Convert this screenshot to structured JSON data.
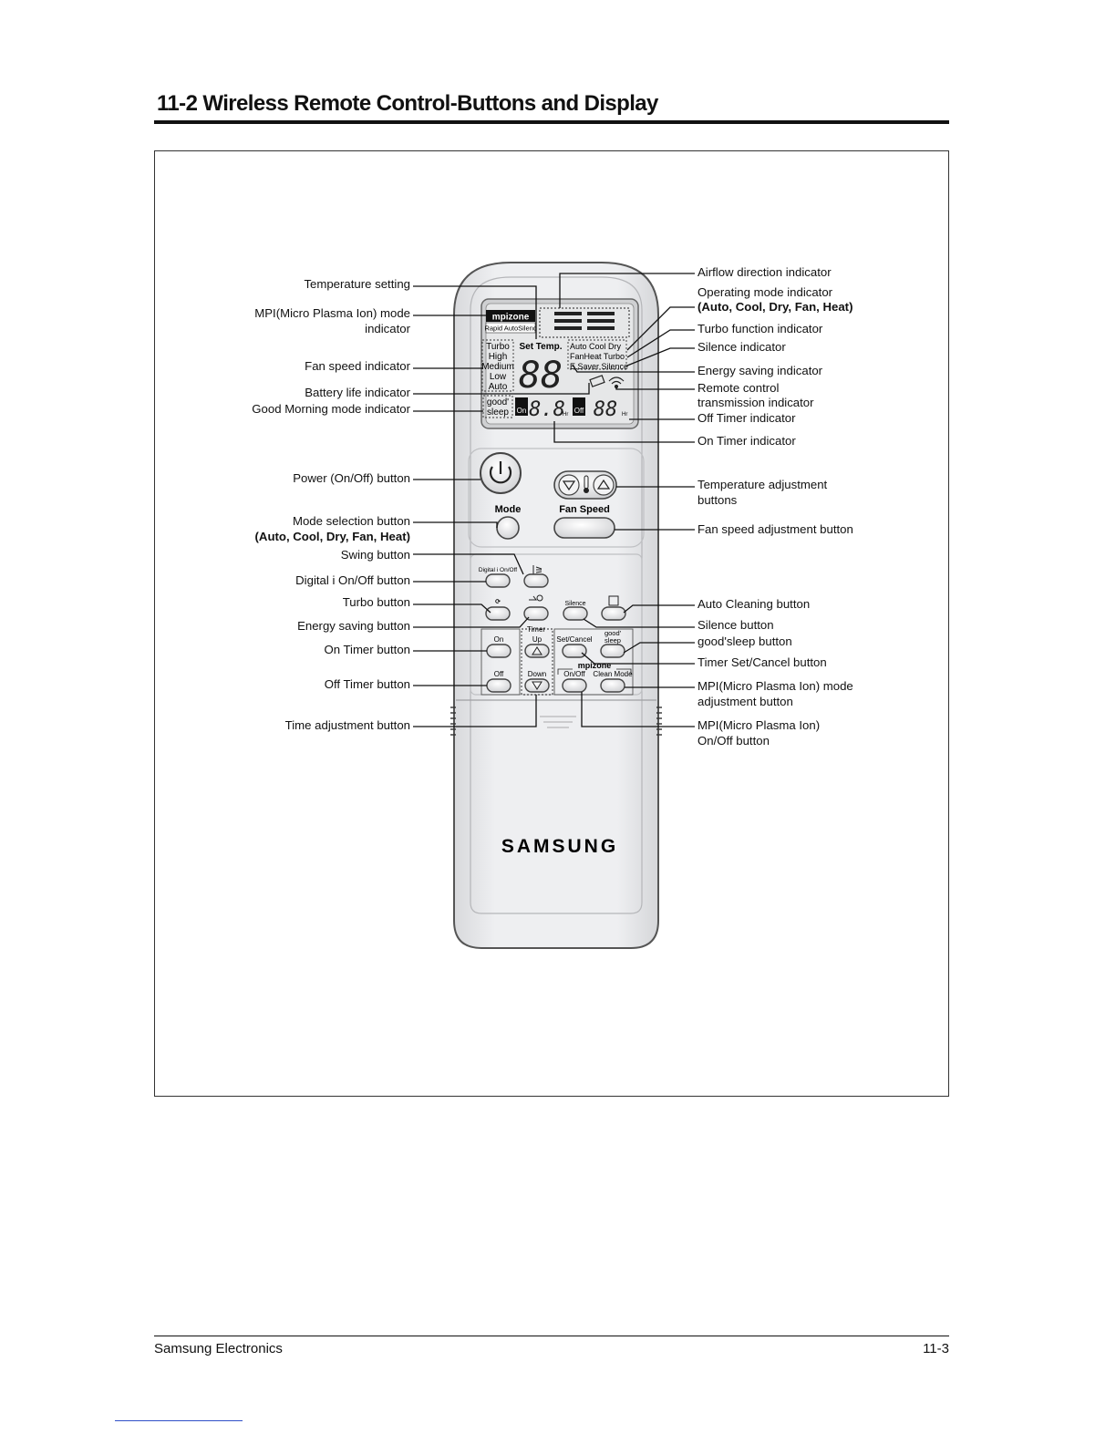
{
  "page": {
    "title": "11-2 Wireless Remote Control-Buttons and Display",
    "footer_left": "Samsung Electronics",
    "footer_right": "11-3"
  },
  "remote": {
    "brand": "SAMSUNG",
    "display": {
      "mpizone": "mpizone",
      "rapid_auto_silence": "Rapid AutoSilenc",
      "fan_speeds": [
        "Turbo",
        "High",
        "Medium",
        "Low",
        "Auto"
      ],
      "set_temp": "Set Temp.",
      "temp_digits": "88",
      "modes_row1": "Auto Cool Dry",
      "modes_row2": "FanHeat  Turbo",
      "modes_row3": "E.Saver Silence",
      "good_sleep": "good' sleep",
      "on_tag": "On",
      "off_tag": "Off",
      "timer_digits": "8.8",
      "hr": "Hr",
      "off_timer_digits": "88"
    },
    "buttons": {
      "mode": "Mode",
      "fan_speed": "Fan Speed",
      "digital_i": "Digital i On/Off",
      "silence": "Silence",
      "timer": "Timer",
      "on": "On",
      "up": "Up",
      "set_cancel": "Set/Cancel",
      "good_sleep": "good' sleep",
      "off": "Off",
      "down": "Down",
      "mpizone": "mpizone",
      "mpi_on_off": "On/Off",
      "clean_mode": "Clean Mode",
      "turbo_icon": "turbo-icon",
      "swing_icon": "swing-icon",
      "energy_icon": "energy-saving-icon",
      "auto_clean_icon": "auto-clean-icon"
    }
  },
  "labels_left": {
    "temperature_setting": "Temperature setting",
    "mpi_mode_indicator_1": "MPI(Micro Plasma Ion) mode",
    "mpi_mode_indicator_2": "indicator",
    "fan_speed_indicator": "Fan speed indicator",
    "battery_life_indicator": "Battery life indicator",
    "good_morning_indicator": "Good Morning mode indicator",
    "power_button": "Power (On/Off) button",
    "mode_selection_button": "Mode selection button",
    "mode_selection_modes": "(Auto, Cool, Dry, Fan, Heat)",
    "swing_button": "Swing button",
    "digital_i_button": "Digital i On/Off button",
    "turbo_button": "Turbo button",
    "energy_saving_button": "Energy saving button",
    "on_timer_button": "On Timer button",
    "off_timer_button": "Off Timer button",
    "time_adjustment_button": "Time adjustment button"
  },
  "labels_right": {
    "airflow_direction_indicator": "Airflow direction indicator",
    "operating_mode_indicator": "Operating mode indicator",
    "operating_modes": "(Auto, Cool, Dry, Fan, Heat)",
    "turbo_function_indicator": "Turbo function indicator",
    "silence_indicator": "Silence indicator",
    "energy_saving_indicator": "Energy saving indicator",
    "remote_transmission_1": "Remote control",
    "remote_transmission_2": "transmission indicator",
    "off_timer_indicator": "Off Timer indicator",
    "on_timer_indicator": "On Timer indicator",
    "temp_adjust_buttons_1": "Temperature adjustment",
    "temp_adjust_buttons_2": "buttons",
    "fan_speed_adjust_button": "Fan speed adjustment button",
    "auto_cleaning_button": "Auto Cleaning button",
    "silence_button": "Silence button",
    "good_sleep_button": "good'sleep button",
    "timer_set_cancel_button": "Timer Set/Cancel button",
    "mpi_mode_adjust_1": "MPI(Micro Plasma Ion) mode",
    "mpi_mode_adjust_2": "adjustment button",
    "mpi_on_off_1": "MPI(Micro Plasma Ion)",
    "mpi_on_off_2": "On/Off button"
  },
  "colors": {
    "remote_body": "#e9eaec",
    "remote_outline": "#555555",
    "lcd": "#dcdcdc",
    "text": "#111111"
  }
}
